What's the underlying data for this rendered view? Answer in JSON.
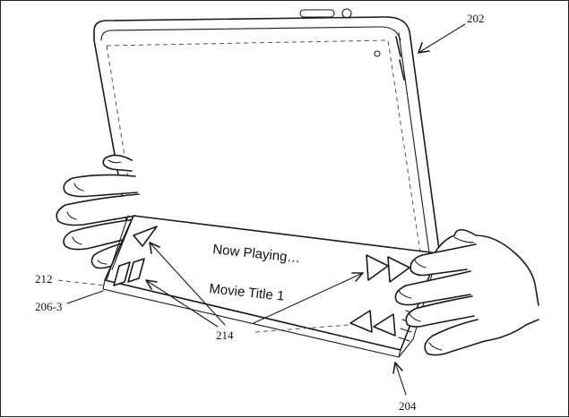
{
  "screen": {
    "now_playing": "Now Playing…",
    "movie_title": "Movie Title 1"
  },
  "references": {
    "tablet": "202",
    "cover": "204",
    "edge_strip": "212",
    "segment": "206-3",
    "controls": "214"
  },
  "icons": [
    "play-icon",
    "pause-icon",
    "fast-forward-icon",
    "rewind-icon"
  ]
}
